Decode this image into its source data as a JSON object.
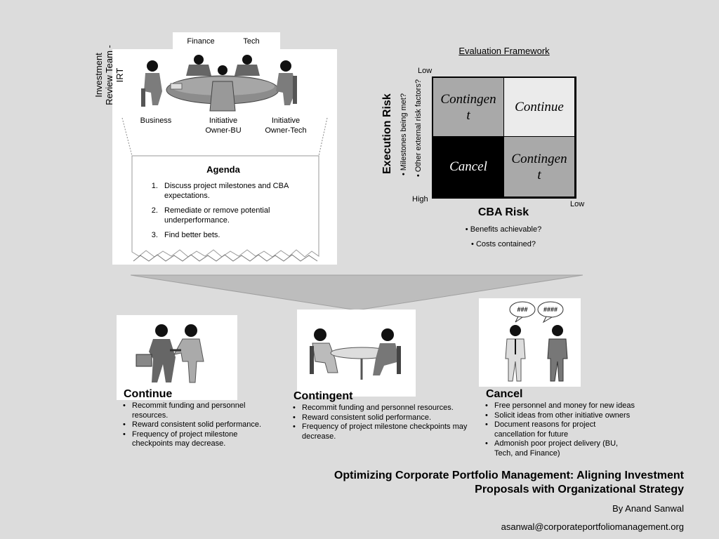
{
  "team": {
    "vertical_label": "Investment Review Team - IRT",
    "tabs": [
      "Finance",
      "Tech"
    ],
    "seat_labels": [
      "Business",
      "Initiative Owner-BU",
      "Initiative Owner-Tech"
    ]
  },
  "agenda": {
    "title": "Agenda",
    "items": [
      "Discuss project milestones and CBA expectations.",
      "Remediate or remove potential underperformance.",
      "Find better bets."
    ]
  },
  "framework": {
    "title": "Evaluation Framework",
    "y_axis_title": "Execution Risk",
    "y_axis_bullets": [
      "• Milestones being met?",
      "• Other external risk factors?"
    ],
    "y_low": "Low",
    "y_high": "High",
    "x_axis_title": "CBA Risk",
    "x_low": "Low",
    "x_bullets": [
      "• Benefits achievable?",
      "• Costs contained?"
    ],
    "cells": {
      "top_left": "Contingent",
      "top_right": "Continue",
      "bottom_left": "Cancel",
      "bottom_right": "Contingent"
    },
    "colors": {
      "top_left": "#a9a9a9",
      "top_right": "#ebebeb",
      "bottom_left": "#000000",
      "bottom_right": "#a9a9a9"
    }
  },
  "outcomes": {
    "continue": {
      "title": "Continue",
      "bullets": [
        "Recommit funding and personnel resources.",
        "Reward consistent solid performance.",
        "Frequency of project milestone checkpoints may decrease."
      ]
    },
    "contingent": {
      "title": "Contingent",
      "bullets": [
        "Recommit funding and personnel resources.",
        "Reward consistent solid performance.",
        "Frequency of project milestone checkpoints may decrease."
      ]
    },
    "cancel": {
      "title": "Cancel",
      "bubbles": [
        "###",
        "####"
      ],
      "bullets": [
        "Free personnel and money for new ideas",
        "Solicit ideas from other initiative owners",
        "Document reasons for project cancellation for future",
        "Admonish poor project delivery (BU, Tech, and Finance)"
      ]
    }
  },
  "footer": {
    "title_line1": "Optimizing Corporate Portfolio Management:  Aligning Investment",
    "title_line2": "Proposals with Organizational Strategy",
    "author": "By Anand Sanwal",
    "email": "asanwal@corporateportfoliomanagement.org"
  }
}
